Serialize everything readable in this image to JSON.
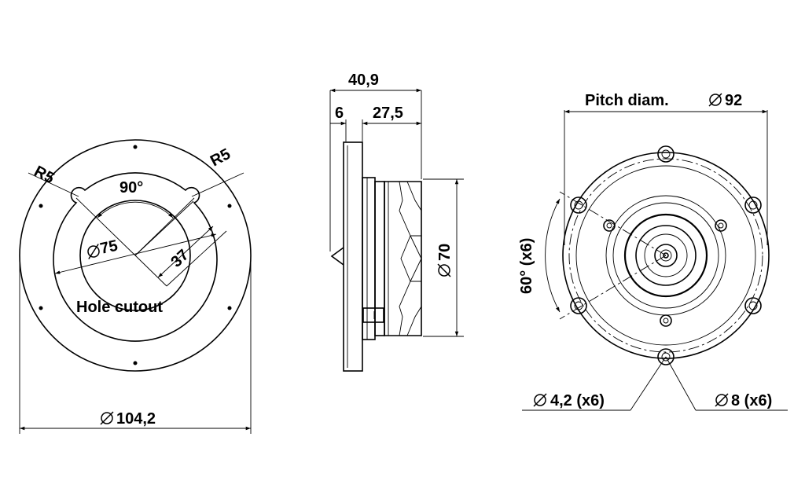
{
  "front_view": {
    "r5_left": "R5",
    "r5_right": "R5",
    "angle": "90°",
    "cutout_diameter": "75",
    "cutout_radius": "37",
    "hole_cutout": "Hole cutout",
    "outer_diameter": "104,2"
  },
  "side_view": {
    "total_depth": "40,9",
    "flange_thickness": "6",
    "body_depth": "27,5",
    "body_diameter": "70"
  },
  "rear_view": {
    "pitch_label": "Pitch diam.",
    "pitch_diameter": "92",
    "angle_spacing": "60° (x6)",
    "small_hole": "4,2 (x6)",
    "large_hole": "8 (x6)"
  },
  "symbols": {
    "diameter": "diameter-symbol"
  }
}
